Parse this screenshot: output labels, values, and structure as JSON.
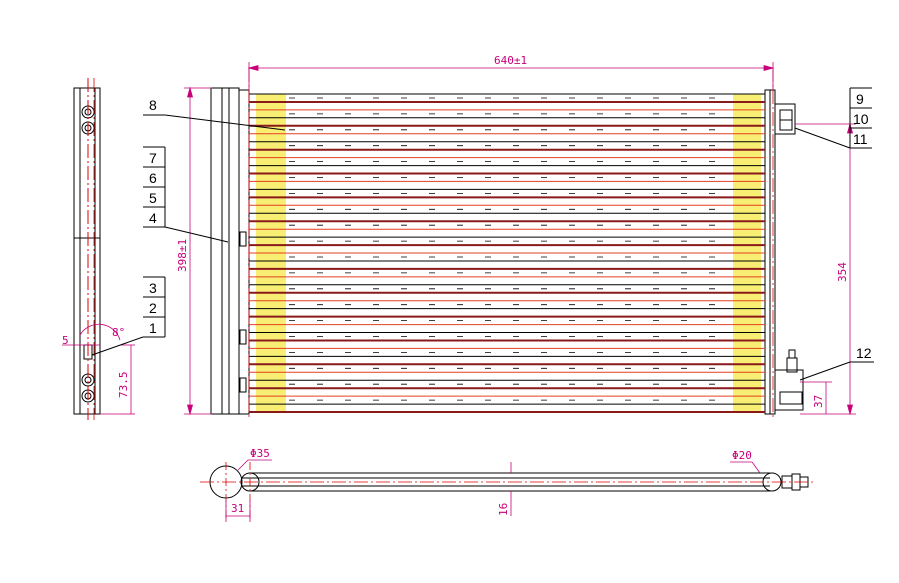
{
  "colors": {
    "outline": "#000000",
    "dimension": "#c8007a",
    "centerline": "#e00000",
    "tube_dark": "#8a1a1a",
    "tube_red": "#e04020",
    "fin_yellow": "#f0e000"
  },
  "dimensions": {
    "width": "640±1",
    "height": "398±1",
    "port_spacing": "354",
    "port_height": "37",
    "side_offset": "73.5",
    "side_width": "5",
    "angle": "8°",
    "diameter_large": "Φ35",
    "diameter_small": "Φ20",
    "bottom_offset": "31",
    "core_thickness": "16"
  },
  "labels": [
    "1",
    "2",
    "3",
    "4",
    "5",
    "6",
    "7",
    "8",
    "9",
    "10",
    "11",
    "12"
  ]
}
